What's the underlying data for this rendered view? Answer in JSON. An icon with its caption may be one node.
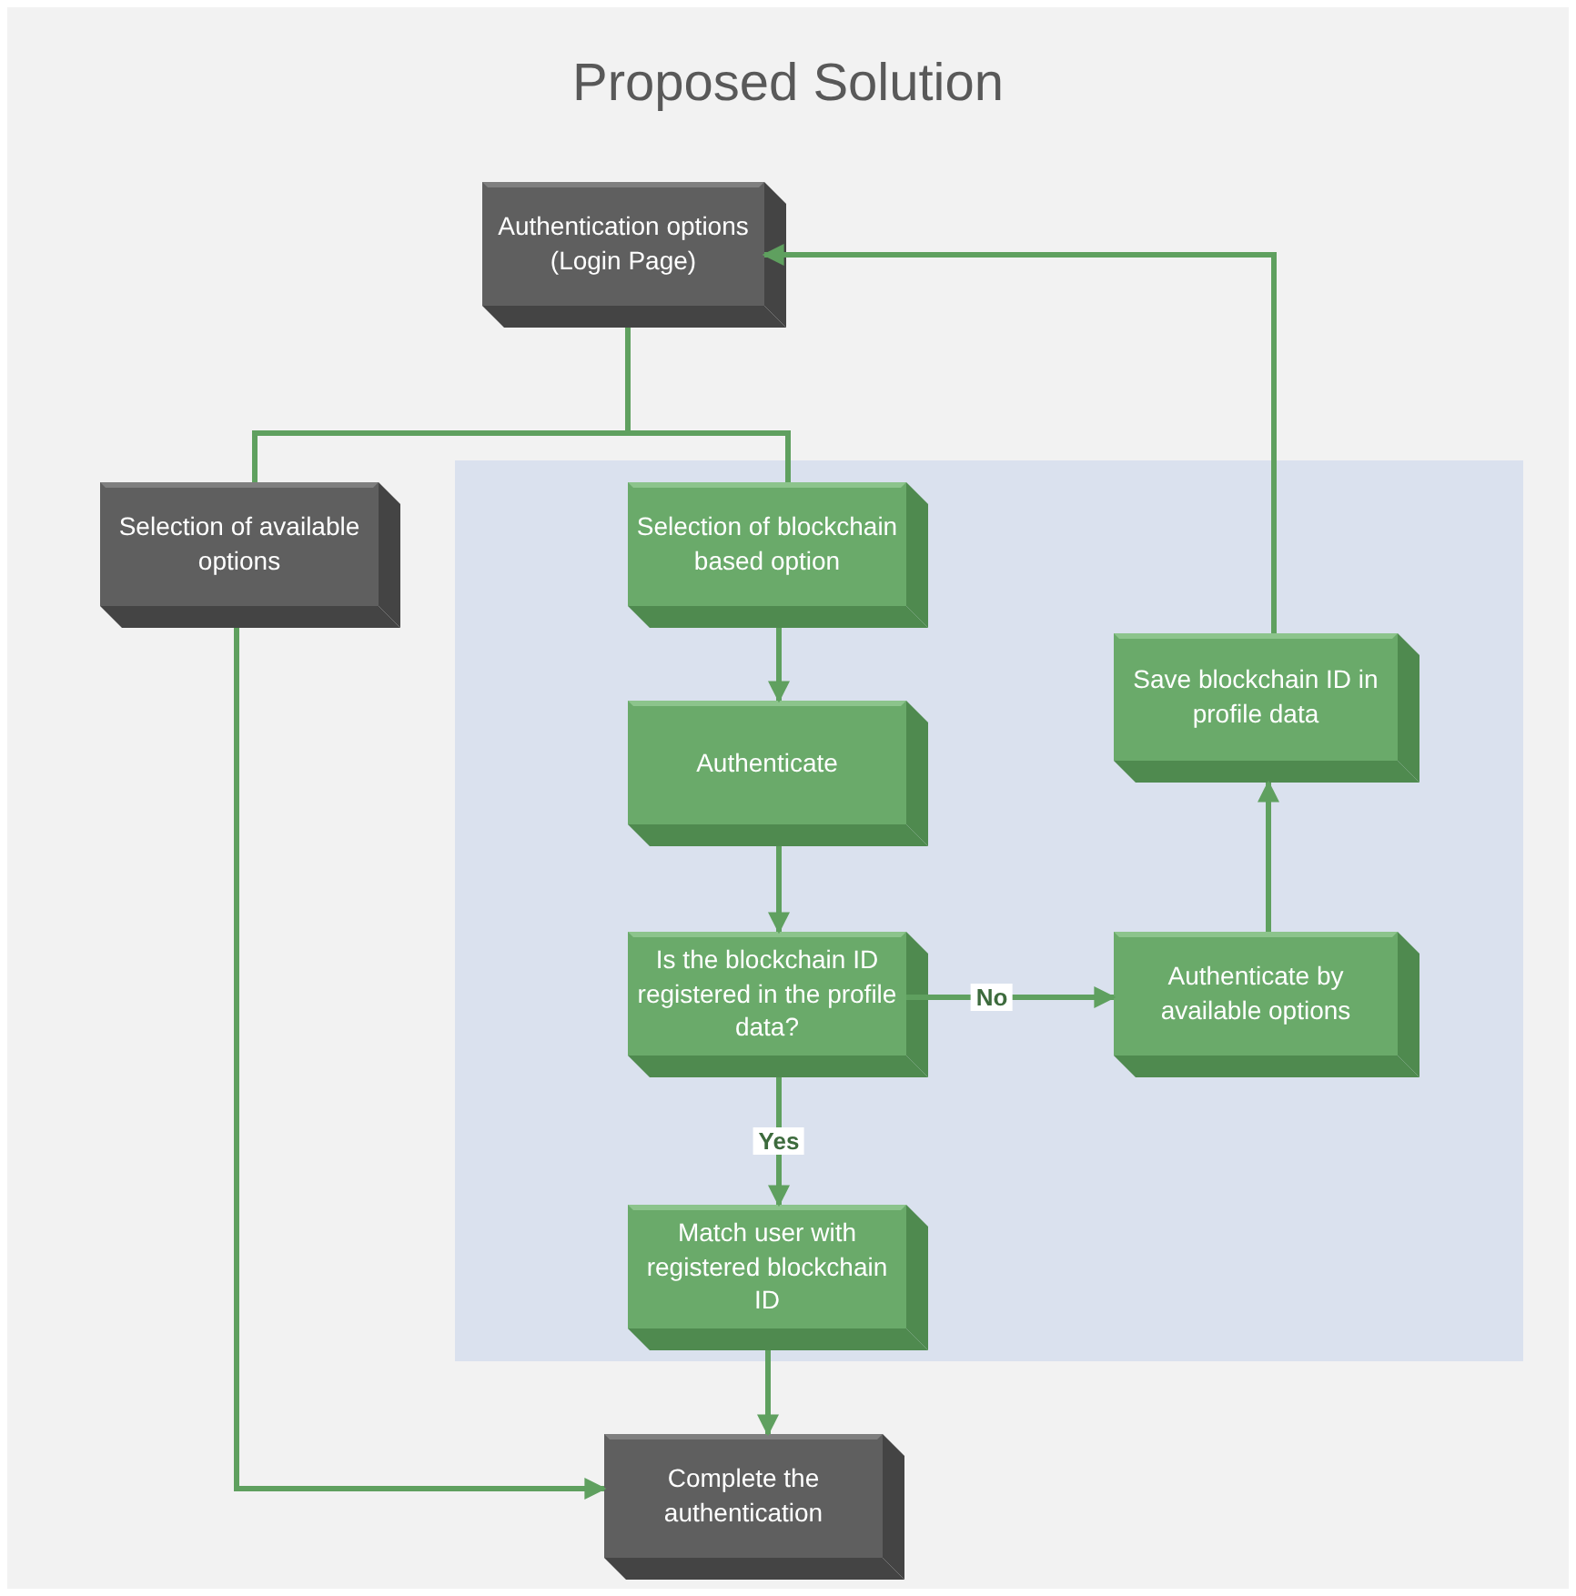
{
  "diagram": {
    "title": "Proposed Solution",
    "nodes": [
      {
        "text": [
          "Authentication options (Login Page)"
        ]
      },
      {
        "text": [
          "Selection of available options"
        ]
      },
      {
        "text": [],
        "shape": "box"
      },
      {
        "text": [
          "Selection of blockchain based option"
        ],
        "in": 2
      },
      {
        "text": [
          "Authenticate"
        ],
        "in": 2
      },
      {
        "text": [
          "Is the blockchain ID registered in the profile data?"
        ],
        "in": 2
      },
      {
        "text": [
          "Authenticate by available options"
        ],
        "in": 2
      },
      {
        "text": [
          "Save blockchain ID in profile data"
        ],
        "in": 2
      },
      {
        "text": [
          "Match user with registered blockchain ID"
        ],
        "in": 2
      },
      {
        "text": [
          "Complete the authentication"
        ]
      }
    ],
    "edges": [
      {
        "from": 0,
        "to": 1,
        "arrow": "none"
      },
      {
        "from": 0,
        "to": 3,
        "arrow": "none"
      },
      {
        "from": 3,
        "to": 4,
        "arrow": "to"
      },
      {
        "from": 4,
        "to": 5,
        "arrow": "to"
      },
      {
        "from": 5,
        "to": 6,
        "arrow": "to",
        "label": "No"
      },
      {
        "from": 5,
        "to": 8,
        "arrow": "to",
        "label": "Yes"
      },
      {
        "from": 6,
        "to": 7,
        "arrow": "to"
      },
      {
        "from": 7,
        "to": 0,
        "arrow": "to"
      },
      {
        "from": 8,
        "to": 9,
        "arrow": "to"
      },
      {
        "from": 1,
        "to": 9,
        "arrow": "to"
      }
    ]
  }
}
